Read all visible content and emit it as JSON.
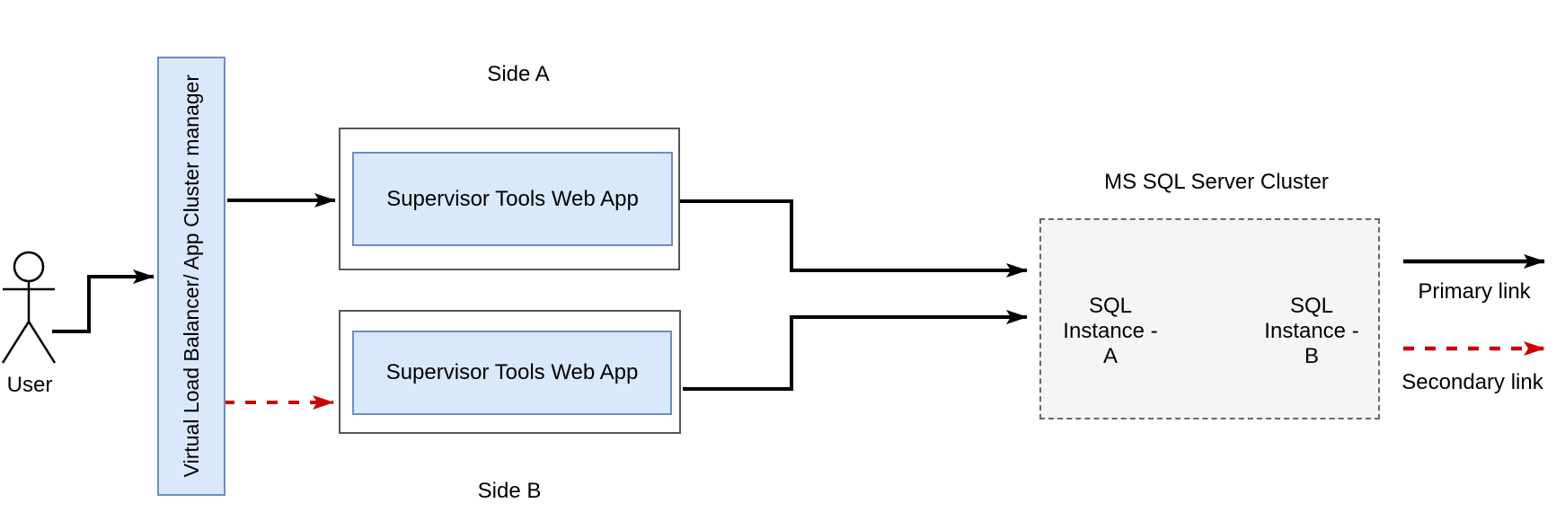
{
  "diagram": {
    "user": {
      "label": "User"
    },
    "load_balancer": {
      "label": "Virtual Load Balancer/ App Cluster manager"
    },
    "side_a": {
      "label": "Side A",
      "app_label": "Supervisor Tools Web App"
    },
    "side_b": {
      "label": "Side B",
      "app_label": "Supervisor Tools Web App"
    },
    "sql_cluster": {
      "title": "MS SQL Server Cluster",
      "instance_a_label": "SQL Instance - A",
      "instance_b_label": "SQL Instance - B"
    },
    "legend": {
      "primary_label": "Primary link",
      "secondary_label": "Secondary link"
    },
    "colors": {
      "primary_link": "#000000",
      "secondary_link": "#cc0000",
      "node_fill": "#dae8fc",
      "node_border": "#6c8ebf",
      "outer_box_border": "#555555",
      "cluster_fill": "#f5f5f5",
      "cluster_border": "#666666"
    }
  }
}
